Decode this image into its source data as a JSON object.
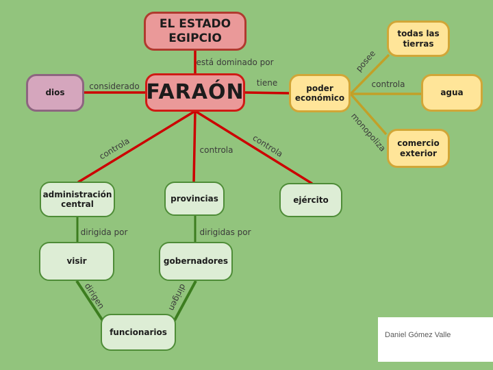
{
  "diagram": {
    "title": "EL ESTADO EGIPCIO",
    "nodes": {
      "estado": "EL ESTADO EGIPCIO",
      "faraon": "FARAÓN",
      "dios": "dios",
      "poder": "poder económico",
      "tierras": "todas las tierras",
      "agua": "agua",
      "comercio": "comercio exterior",
      "admin": "administración central",
      "provincias": "provincias",
      "ejercito": "ejército",
      "visir": "visir",
      "gobernadores": "gobernadores",
      "funcionarios": "funcionarios"
    },
    "edges": {
      "dominado": "está dominado por",
      "considerado": "considerado",
      "tiene": "tiene",
      "posee": "posee",
      "controla_agua": "controla",
      "monopoliza": "monopoliza",
      "controla_admin": "controla",
      "controla_provincias": "controla",
      "controla_ejercito": "controla",
      "dirigida_por": "dirigida por",
      "dirigidas_por": "dirigidas por",
      "dirigen_izq": "dirigen",
      "dirigen_der": "dirigen"
    },
    "author": "Daniel Gómez Valle",
    "colors": {
      "background": "#92c47d",
      "red_accent": "#cc0000",
      "pink_node_fill": "#ea9999",
      "purple_node_fill": "#d5a6bd",
      "yellow_node_fill": "#ffe599",
      "yellow_accent": "#c2a028",
      "green_node_fill": "#ddedd5",
      "green_accent": "#3c7d1f"
    }
  }
}
